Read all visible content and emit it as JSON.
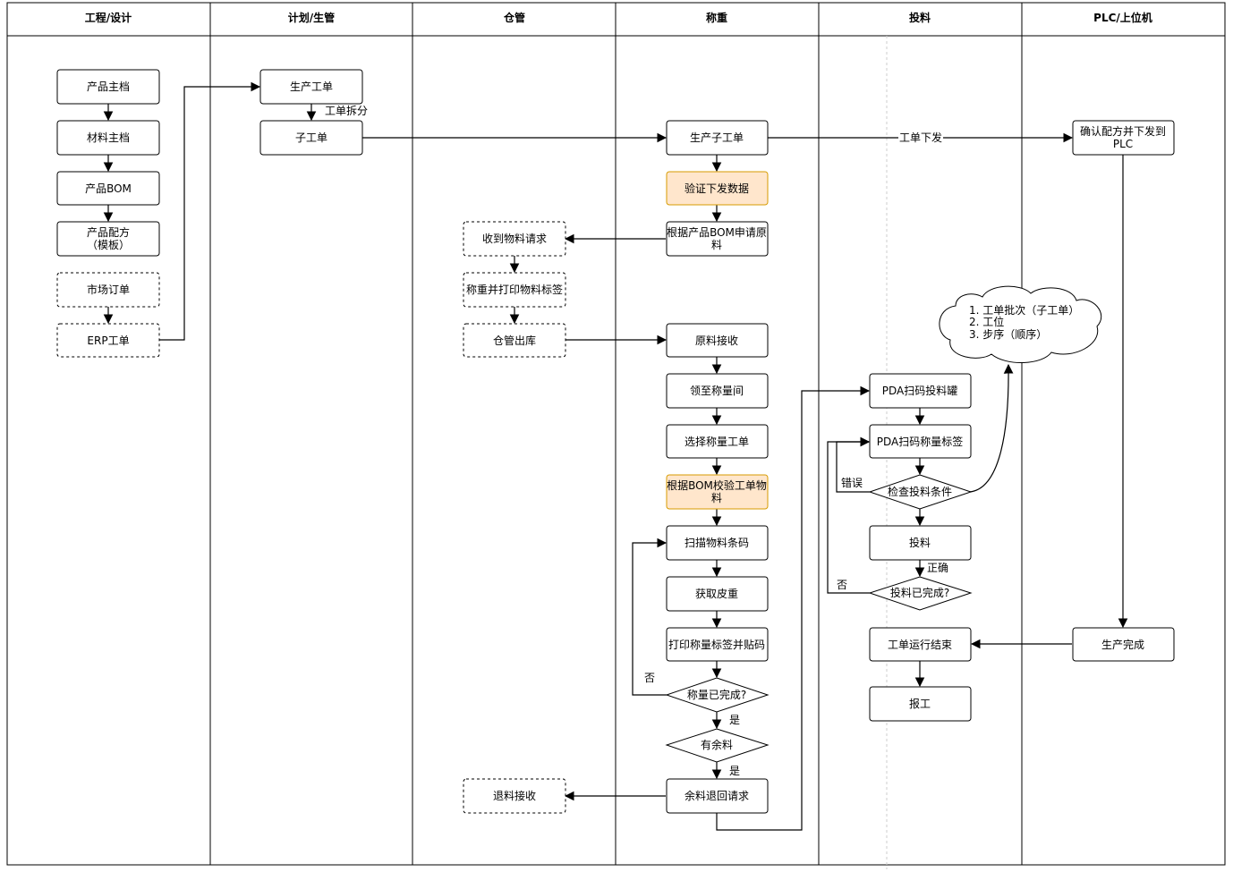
{
  "lanes": {
    "engineering": "工程/设计",
    "planning": "计划/生管",
    "warehouse": "仓管",
    "weighing": "称重",
    "feeding": "投料",
    "plc": "PLC/上位机"
  },
  "nodes": {
    "product_master": "产品主档",
    "material_master": "材料主档",
    "product_bom": "产品BOM",
    "product_recipe_l1": "产品配方",
    "product_recipe_l2": "（模板）",
    "market_order": "市场订单",
    "erp_work_order": "ERP工单",
    "production_order": "生产工单",
    "sub_order": "子工单",
    "production_sub_order": "生产子工单",
    "verify_data": "验证下发数据",
    "bom_request_l1": "根据产品BOM申请原",
    "bom_request_l2": "料",
    "receive_request": "收到物料请求",
    "weigh_print_label": "称重并打印物料标签",
    "warehouse_out": "仓管出库",
    "raw_receive": "原料接收",
    "to_weigh_room": "领至称量间",
    "select_weigh_order": "选择称量工单",
    "bom_check_l1": "根据BOM校验工单物",
    "bom_check_l2": "料",
    "scan_barcode": "扫描物料条码",
    "get_tare": "获取皮重",
    "print_label": "打印称量标签并贴码",
    "weigh_done": "称量已完成?",
    "has_surplus": "有余料",
    "surplus_return": "余料退回请求",
    "return_receive": "退料接收",
    "pda_scan_tank": "PDA扫码投料罐",
    "pda_scan_label": "PDA扫码称量标签",
    "check_condition": "检查投料条件",
    "feed": "投料",
    "feed_done": "投料已完成?",
    "order_end": "工单运行结束",
    "report": "报工",
    "confirm_recipe_l1": "确认配方并下发到",
    "confirm_recipe_l2": "PLC",
    "production_done": "生产完成"
  },
  "edge_labels": {
    "split": "工单拆分",
    "dispatch": "工单下发",
    "error": "错误",
    "correct": "正确",
    "no_feed": "否",
    "no_weigh": "否",
    "yes_weigh": "是",
    "yes_surplus": "是"
  },
  "cloud": {
    "line1": "1. 工单批次（子工单）",
    "line2": "2. 工位",
    "line3": "3. 步序（顺序）"
  },
  "colors": {
    "highlight_fill": "#ffe6cc",
    "highlight_stroke": "#d79b00",
    "line": "#000000"
  }
}
